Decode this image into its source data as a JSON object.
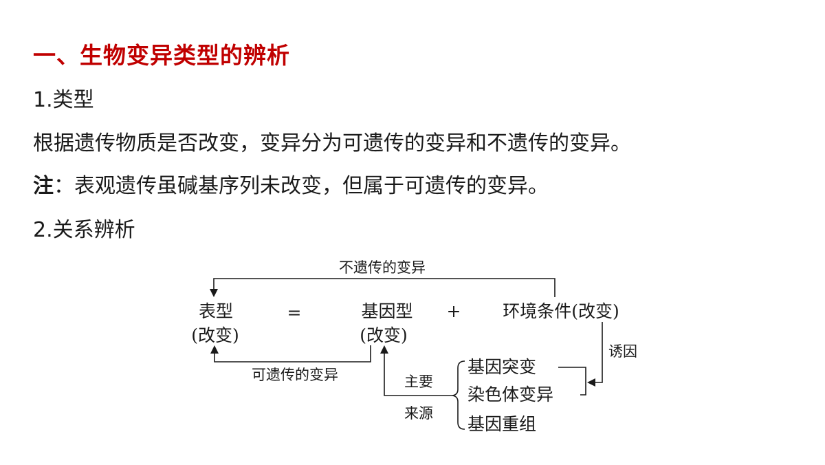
{
  "heading": "一、生物变异类型的辨析",
  "section1": {
    "title": "1.类型",
    "body": "根据遗传物质是否改变，变异分为可遗传的变异和不遗传的变异。",
    "note_label": "注",
    "note_text": "：表观遗传虽碱基序列未改变，但属于可遗传的变异。"
  },
  "section2": {
    "title": "2.关系辨析"
  },
  "diagram": {
    "top_label": "不遗传的变异",
    "phenotype": "表型",
    "phenotype_sub": "(改变)",
    "equals": "=",
    "genotype": "基因型",
    "genotype_sub": "(改变)",
    "plus": "+",
    "environment": "环境条件(改变)",
    "heritable_label": "可遗传的变异",
    "induce_label": "诱因",
    "main_label": "主要",
    "source_label": "来源",
    "sources": [
      "基因突变",
      "染色体变异",
      "基因重组"
    ]
  }
}
